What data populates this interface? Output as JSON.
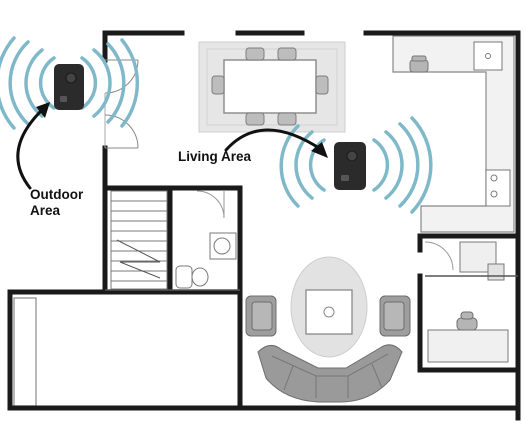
{
  "labels": {
    "living_area": "Living Area",
    "outdoor_line1": "Outdoor",
    "outdoor_line2": "Area"
  },
  "colors": {
    "wall": "#1a1a1a",
    "furniture": "#9a9a9a",
    "furniture_light": "#d4d4d4",
    "rug": "#e4e4e4",
    "signal_wave": "#7fb9c9",
    "camera_body": "#2b2b2b",
    "arrow": "#111111"
  },
  "icons": {
    "devices": [
      "outdoor-camera-icon",
      "indoor-camera-icon"
    ],
    "signal": "wireless-signal-icon",
    "arrow": "curved-arrow-icon"
  }
}
